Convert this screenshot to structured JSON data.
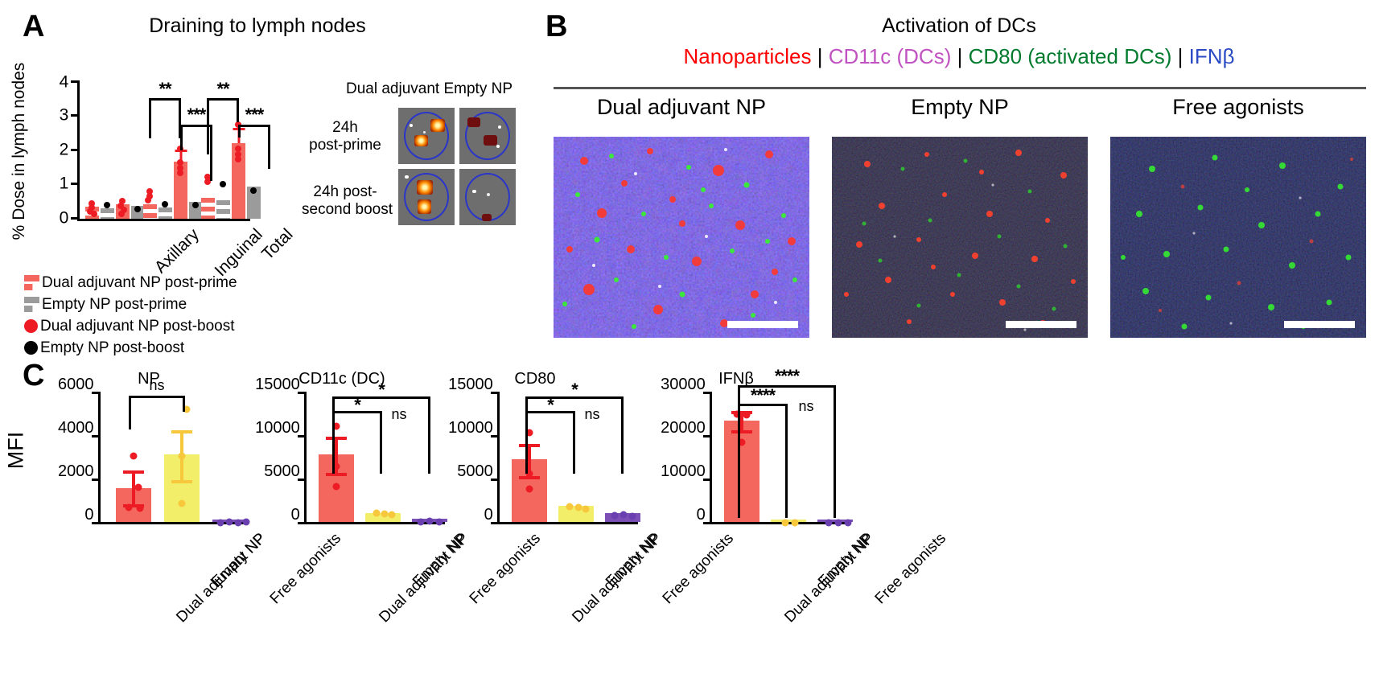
{
  "panelA": {
    "letter": "A",
    "title": "Draining to lymph nodes",
    "ylabel": "% Dose in lymph nodes",
    "yticks": [
      "0",
      "1",
      "2",
      "3",
      "4"
    ],
    "categories": [
      "Axillary",
      "Inguinal",
      "Total"
    ],
    "legend": [
      {
        "label": "Dual adjuvant NP post-prime",
        "swatch": "dashed-square-red",
        "color": "#F4675F"
      },
      {
        "label": "Empty NP post-prime",
        "swatch": "dashed-square-gray",
        "color": "#9B9B9B"
      },
      {
        "label": "Dual adjuvant NP post-boost",
        "swatch": "circle-red",
        "color": "#ED1C24"
      },
      {
        "label": "Empty NP post-boost",
        "swatch": "circle-black",
        "color": "#000000"
      }
    ],
    "significance": [
      {
        "label": "**",
        "group": "Inguinal"
      },
      {
        "label": "***",
        "group": "Inguinal"
      },
      {
        "label": "**",
        "group": "Total"
      },
      {
        "label": "***",
        "group": "Total"
      }
    ],
    "ivis": {
      "title": "Dual adjuvant  Empty NP",
      "rows": [
        "24h\npost-prime",
        "24h post-\nsecond boost"
      ],
      "row_labels": [
        {
          "line1": "24h",
          "line2": "post-prime"
        },
        {
          "line1": "24h post-",
          "line2": "second boost"
        }
      ],
      "columns": [
        "Dual adjuvant",
        "Empty NP"
      ]
    },
    "chart_data": {
      "type": "bar",
      "title": "Draining to lymph nodes",
      "xlabel": "",
      "ylabel": "% Dose in lymph nodes",
      "ylim": [
        0,
        4
      ],
      "categories": [
        "Axillary",
        "Inguinal",
        "Total"
      ],
      "series": [
        {
          "name": "Dual adjuvant NP post-prime",
          "color": "#F4675F",
          "style": "dashed",
          "values": [
            0.35,
            0.42,
            0.62
          ]
        },
        {
          "name": "Empty NP post-prime",
          "color": "#9B9B9B",
          "style": "dashed",
          "values": [
            0.3,
            0.33,
            0.55
          ]
        },
        {
          "name": "Dual adjuvant NP post-boost",
          "color": "#F4675F",
          "style": "solid",
          "values": [
            0.42,
            1.66,
            2.18
          ],
          "errors": [
            0.12,
            0.28,
            0.38
          ]
        },
        {
          "name": "Empty NP post-boost",
          "color": "#9B9B9B",
          "style": "solid",
          "values": [
            0.38,
            0.5,
            0.93
          ]
        }
      ]
    }
  },
  "panelB": {
    "letter": "B",
    "title": "Activation of DCs",
    "markers": [
      {
        "text": "Nanoparticles",
        "color": "#FF0000"
      },
      {
        "text": "CD11c (DCs)",
        "color": "#C152C1"
      },
      {
        "text": "CD80 (activated DCs)",
        "color": "#007B2E"
      },
      {
        "text": "IFNβ",
        "color": "#2B4BC4"
      }
    ],
    "separator": "|",
    "columns": [
      "Dual adjuvant NP",
      "Empty NP",
      "Free agonists"
    ]
  },
  "panelC": {
    "letter": "C",
    "ylabel": "MFI",
    "categories": [
      "Dual adjuvant NP",
      "Empty NP",
      "Free agonists"
    ],
    "charts": [
      {
        "title": "NP",
        "yticks": [
          "0",
          "2000",
          "4000",
          "6000"
        ],
        "ymax": 6000,
        "annotations": [
          {
            "label": "ns",
            "from": 0,
            "to": 1
          }
        ],
        "chart_data": {
          "type": "bar",
          "title": "NP",
          "ylabel": "MFI",
          "ylim": [
            0,
            6000
          ],
          "categories": [
            "Dual adjuvant NP",
            "Empty NP",
            "Free agonists"
          ],
          "values": [
            1550,
            3100,
            55
          ],
          "errors": [
            750,
            1200,
            30
          ],
          "colors": [
            "#F4675F",
            "#F3EE6A",
            "#7B4FB5"
          ],
          "points": [
            [
              3150,
              1700,
              800,
              760
            ],
            [
              5300,
              3150,
              980
            ],
            [
              60,
              50,
              45,
              70
            ]
          ]
        }
      },
      {
        "title": "CD11c (DC)",
        "yticks": [
          "0",
          "5000",
          "10000",
          "15000"
        ],
        "ymax": 15000,
        "annotations": [
          {
            "label": "*",
            "from": 0,
            "to": 1
          },
          {
            "label": "*",
            "from": 0,
            "to": 2
          },
          {
            "label": "ns",
            "from": 1,
            "to": 2
          }
        ],
        "chart_data": {
          "type": "bar",
          "title": "CD11c (DC)",
          "ylabel": "MFI",
          "ylim": [
            0,
            15000
          ],
          "categories": [
            "Dual adjuvant NP",
            "Empty NP",
            "Free agonists"
          ],
          "values": [
            7600,
            1000,
            300
          ],
          "errors": [
            2100,
            350,
            120
          ],
          "colors": [
            "#F4675F",
            "#F3EE6A",
            "#7B4FB5"
          ],
          "points": [
            [
              11500,
              6800,
              4600
            ],
            [
              1300,
              1150,
              900
            ],
            [
              320,
              300,
              280
            ]
          ]
        }
      },
      {
        "title": "CD80",
        "yticks": [
          "0",
          "5000",
          "10000",
          "15000"
        ],
        "ymax": 15000,
        "annotations": [
          {
            "label": "*",
            "from": 0,
            "to": 1
          },
          {
            "label": "*",
            "from": 0,
            "to": 2
          },
          {
            "label": "ns",
            "from": 1,
            "to": 2
          }
        ],
        "chart_data": {
          "type": "bar",
          "title": "CD80",
          "ylabel": "MFI",
          "ylim": [
            0,
            15000
          ],
          "categories": [
            "Dual adjuvant NP",
            "Empty NP",
            "Free agonists"
          ],
          "values": [
            7050,
            1800,
            950
          ],
          "errors": [
            1800,
            350,
            250
          ],
          "colors": [
            "#F4675F",
            "#F3EE6A",
            "#7B4FB5"
          ],
          "points": [
            [
              10800,
              6000,
              4300
            ],
            [
              2000,
              1850,
              1600
            ],
            [
              1000,
              950,
              900
            ]
          ]
        }
      },
      {
        "title": "IFNβ",
        "yticks": [
          "0",
          "10000",
          "20000",
          "30000"
        ],
        "ymax": 30000,
        "annotations": [
          {
            "label": "****",
            "from": 0,
            "to": 1
          },
          {
            "label": "****",
            "from": 0,
            "to": 2
          },
          {
            "label": "ns",
            "from": 1,
            "to": 2
          }
        ],
        "chart_data": {
          "type": "bar",
          "title": "IFNβ",
          "ylabel": "MFI",
          "ylim": [
            0,
            30000
          ],
          "categories": [
            "Dual adjuvant NP",
            "Empty NP",
            "Free agonists"
          ],
          "values": [
            22900,
            250,
            300
          ],
          "errors": [
            2100,
            100,
            120
          ],
          "colors": [
            "#F4675F",
            "#F3EE6A",
            "#7B4FB5"
          ],
          "points": [
            [
              25200,
              24600,
              19000
            ],
            [
              300,
              250
            ],
            [
              350,
              300,
              280
            ]
          ]
        }
      }
    ]
  },
  "colors": {
    "red_bar": "#F4675F",
    "red_point": "#ED1C24",
    "gray_bar": "#9B9B9B",
    "yellow_bar": "#F3EE6A",
    "yellow_point": "#F8C83C",
    "purple_bar": "#7B4FB5",
    "blue_outline": "#2A35C9"
  }
}
